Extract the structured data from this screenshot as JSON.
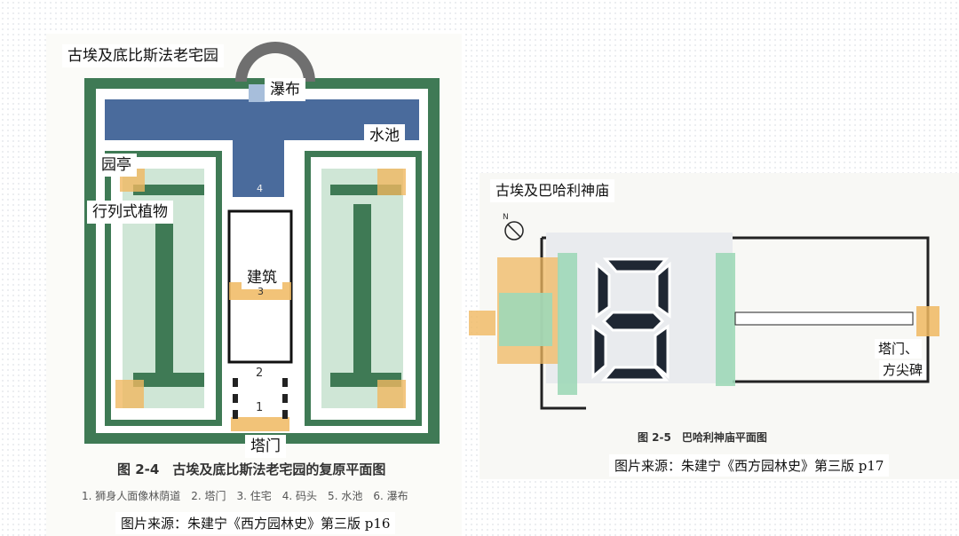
{
  "left_figure": {
    "title": "古埃及底比斯法老宅园",
    "labels": {
      "waterfall": "瀑布",
      "pond": "水池",
      "pavilion": "园亭",
      "row_planting": "行列式植物",
      "building": "建筑",
      "pylon": "塔门"
    },
    "plan_numbers": [
      "1",
      "2",
      "3",
      "4"
    ],
    "caption": "图 2-4　古埃及底比斯法老宅园的复原平面图",
    "legend": "1. 狮身人面像林荫道　2. 塔门　3. 住宅　4. 码头　5. 水池　6. 瀑布",
    "source": "图片来源：朱建宁《西方园林史》第三版 p16"
  },
  "right_figure": {
    "title": "古埃及巴哈利神庙",
    "labels": {
      "pylon_obelisk_1": "塔门、",
      "pylon_obelisk_2": "方尖碑",
      "north": "N"
    },
    "caption": "图 2-5　巴哈利神庙平面图",
    "source": "图片来源：朱建宁《西方园林史》第三版 p17"
  },
  "colors": {
    "hedge": "#3f7a55",
    "hedge_light": "#cfe6d6",
    "water": "#4a6b9c",
    "highlight_orange": "#f0b860",
    "highlight_green": "#9fd8b8",
    "segment": "#1f2733"
  }
}
